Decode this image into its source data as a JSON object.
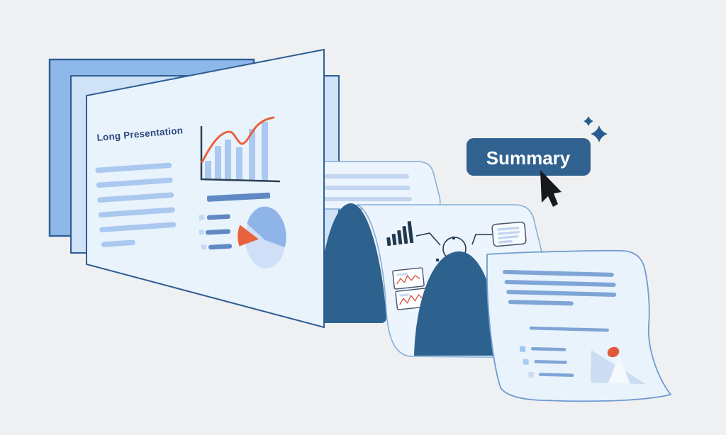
{
  "illustration": {
    "background_color": "#eef0f2",
    "presentation": {
      "title": "Long Presentation",
      "stacked_slides_visible": 3
    },
    "summary_button": {
      "label": "Summary",
      "fill_color": "#31618f",
      "text_color": "#ffffff"
    },
    "palette": {
      "slide_front": "#e9f3fc",
      "slide_middle": "#cfe2f8",
      "slide_back": "#8fb8ea",
      "outline_navy": "#2f5e93",
      "title_navy": "#2b4a7d",
      "line_light_blue": "#aac8f0",
      "line_medium_blue": "#5f88c4",
      "page_line_blue": "#7fa5d6",
      "accent_orange": "#e8633c",
      "ribbon_dark": "#2d628f",
      "ribbon_light": "#edf5fd",
      "mini_chart_dark": "#22384f",
      "zigzag_red": "#d9503a",
      "sparkle_blue": "#275d90",
      "cursor_black": "#17191c"
    },
    "icons": [
      "bar-chart-icon",
      "trend-line-icon",
      "pie-chart-icon",
      "mini-bar-chart-icon",
      "flow-circle-icon",
      "mini-summary-card-icon",
      "zigzag-chart-icon",
      "mountain-image-icon",
      "sun-icon",
      "sparkle-icon",
      "cursor-icon"
    ]
  }
}
